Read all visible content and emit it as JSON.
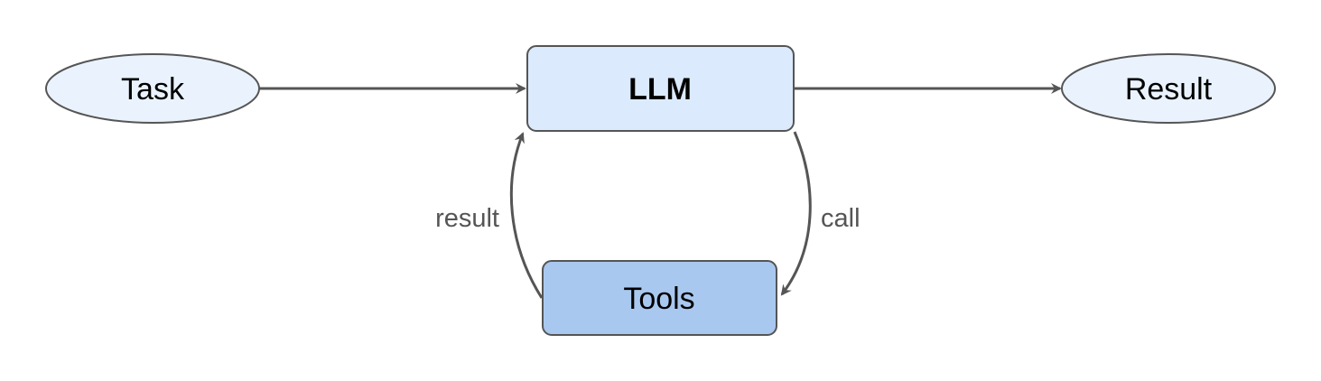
{
  "nodes": {
    "task": {
      "label": "Task",
      "fill": "#eaf3fd"
    },
    "llm": {
      "label": "LLM",
      "fill": "#dbeafc"
    },
    "result": {
      "label": "Result",
      "fill": "#eaf3fd"
    },
    "tools": {
      "label": "Tools",
      "fill": "#a9c8ef"
    }
  },
  "edges": {
    "task_to_llm": {
      "from": "Task",
      "to": "LLM",
      "label": ""
    },
    "llm_to_result": {
      "from": "LLM",
      "to": "Result",
      "label": ""
    },
    "llm_to_tools": {
      "from": "LLM",
      "to": "Tools",
      "label": "call"
    },
    "tools_to_llm": {
      "from": "Tools",
      "to": "LLM",
      "label": "result"
    }
  },
  "colors": {
    "stroke": "#555555",
    "edge_label": "#555555",
    "text": "#000000"
  }
}
